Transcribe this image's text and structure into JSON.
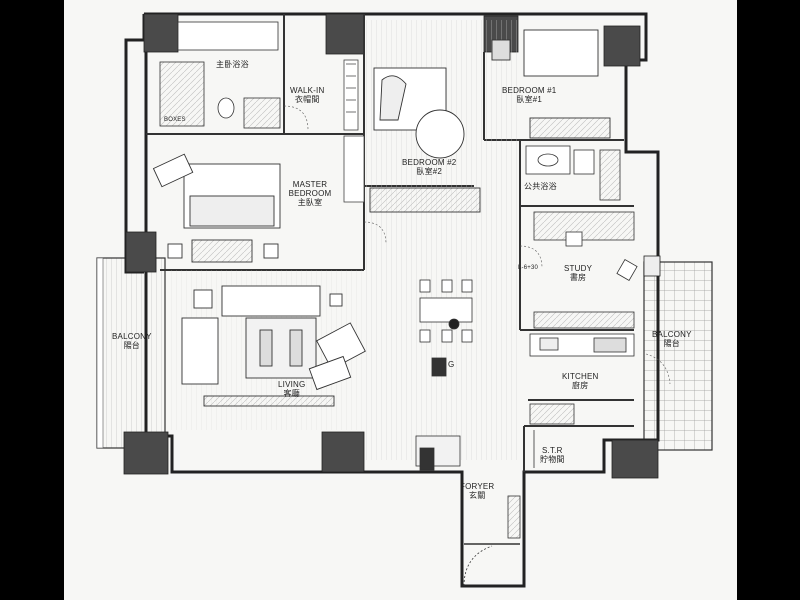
{
  "plan": {
    "rooms": [
      {
        "id": "master-bath",
        "en": "",
        "zh": "主卧浴浴"
      },
      {
        "id": "walk-in",
        "en": "WALK-IN",
        "zh": "衣帽間"
      },
      {
        "id": "bedroom-2",
        "en": "BEDROOM #2",
        "zh": "臥室#2"
      },
      {
        "id": "bedroom-1",
        "en": "BEDROOM #1",
        "zh": "臥室#1"
      },
      {
        "id": "master-bedroom",
        "en": "MASTER BEDROOM",
        "zh": "主臥室"
      },
      {
        "id": "public-bath",
        "en": "",
        "zh": "公共浴浴"
      },
      {
        "id": "study",
        "en": "STUDY",
        "zh": "書房"
      },
      {
        "id": "balcony-left",
        "en": "BALCONY",
        "zh": "陽台"
      },
      {
        "id": "balcony-right",
        "en": "BALCONY",
        "zh": "陽台"
      },
      {
        "id": "living",
        "en": "LIVING",
        "zh": "客廳"
      },
      {
        "id": "kitchen",
        "en": "KITCHEN",
        "zh": "廚房"
      },
      {
        "id": "storage",
        "en": "S.T.R",
        "zh": "貯物間"
      },
      {
        "id": "foyer",
        "en": "FORYER",
        "zh": "玄關"
      }
    ],
    "annotations": {
      "boxes": "BOXES",
      "dims": "L-6+30",
      "dining": "G"
    }
  }
}
